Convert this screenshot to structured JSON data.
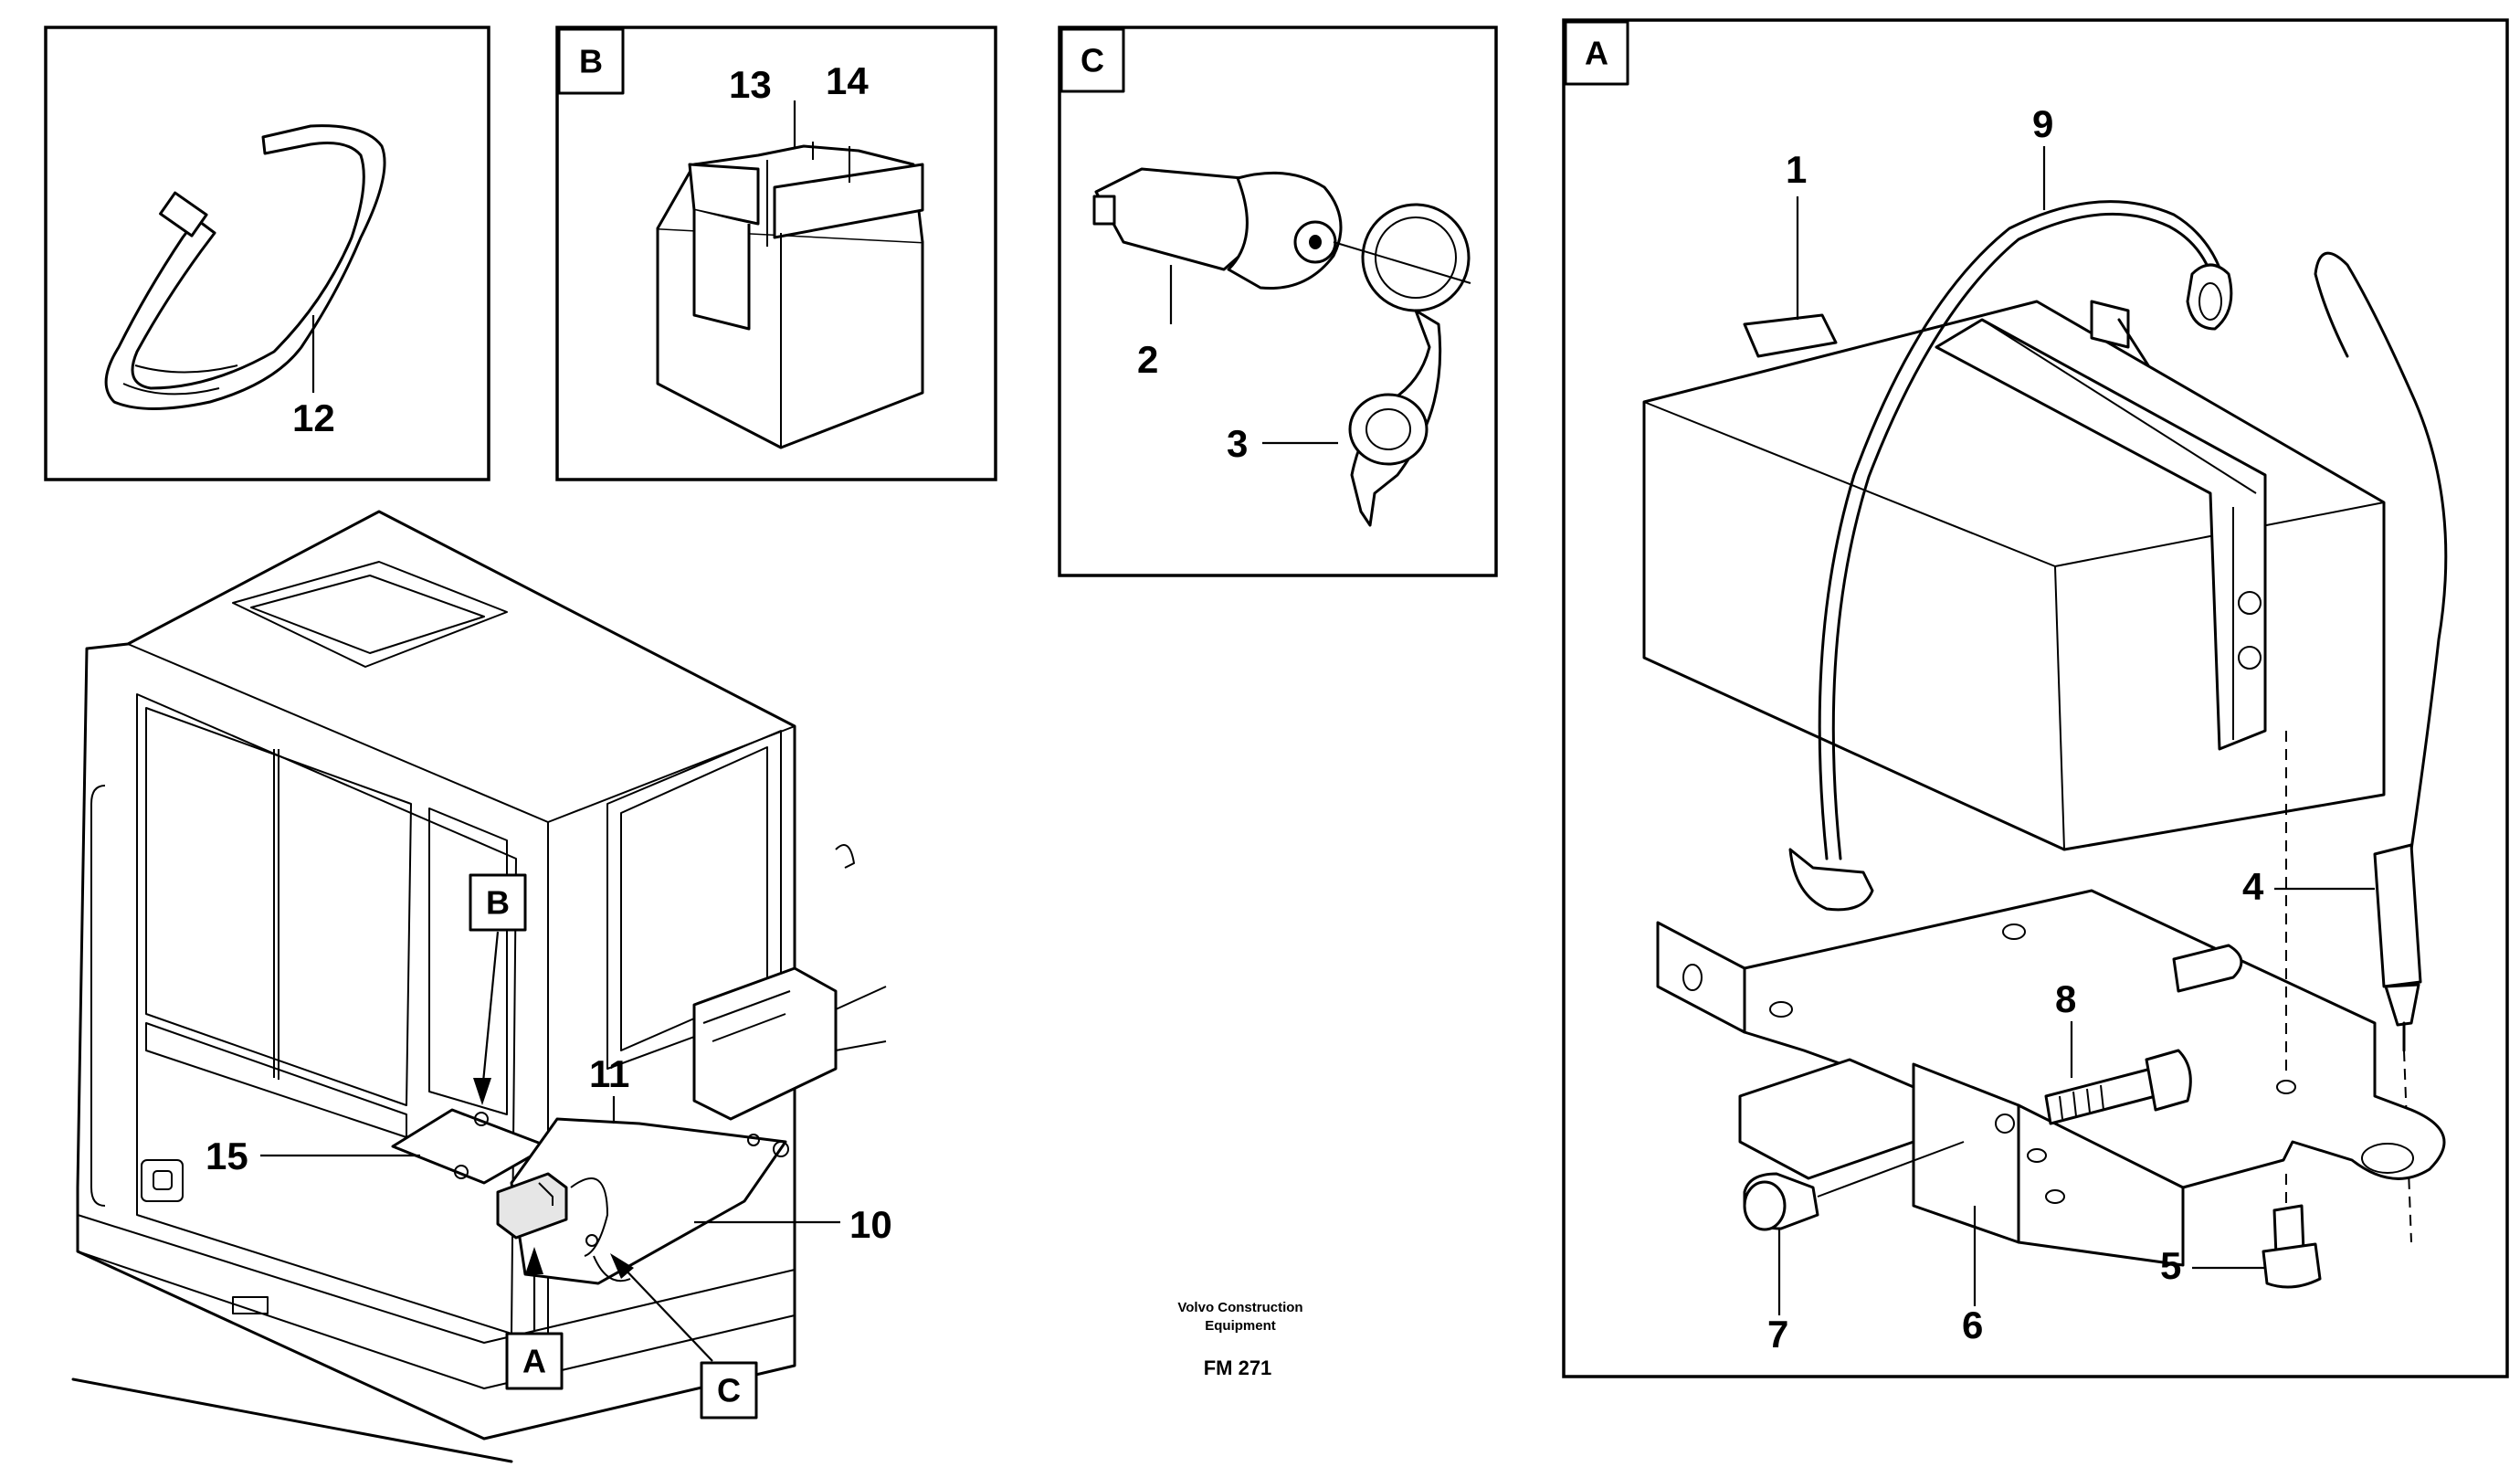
{
  "detail_boxes": {
    "A": "A",
    "B": "B",
    "C": "C"
  },
  "cab_callouts": {
    "B": "B",
    "A": "A",
    "C": "C"
  },
  "part_numbers": {
    "p1": "1",
    "p2": "2",
    "p3": "3",
    "p4": "4",
    "p5": "5",
    "p6": "6",
    "p7": "7",
    "p8": "8",
    "p9": "9",
    "p10": "10",
    "p11": "11",
    "p12": "12",
    "p13": "13",
    "p14": "14",
    "p15": "15"
  },
  "footer": {
    "company_line1": "Volvo Construction",
    "company_line2": "Equipment",
    "figure_code": "FM 271"
  },
  "colors": {
    "line": "#000000",
    "background": "#ffffff"
  }
}
